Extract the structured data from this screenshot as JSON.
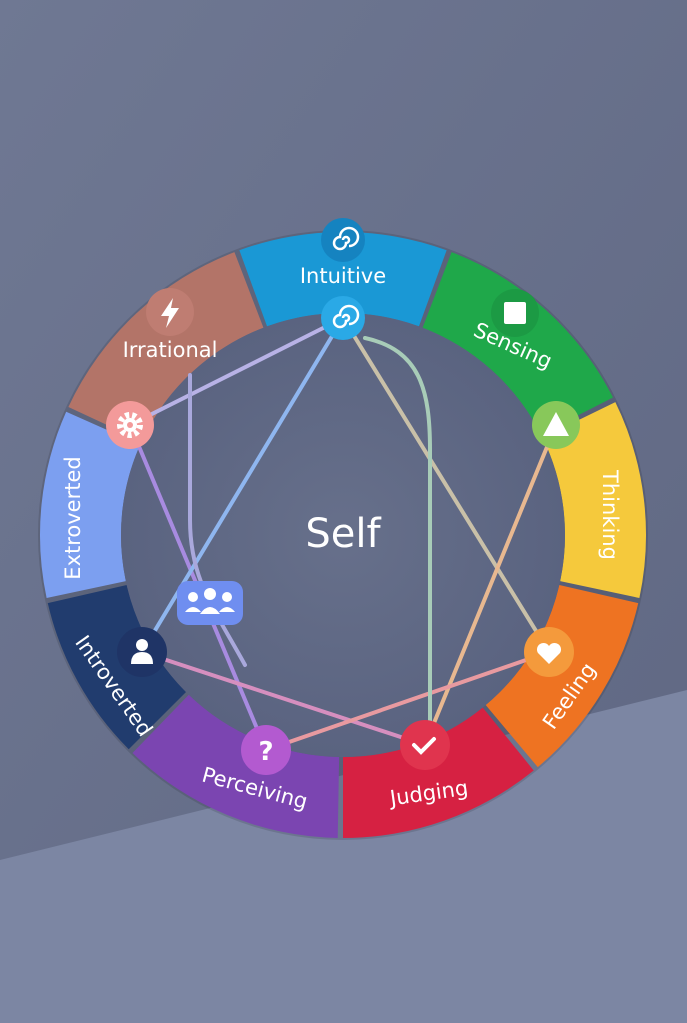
{
  "diagram": {
    "center_label": "Self",
    "segments": [
      {
        "id": "intuitive",
        "label": "Intuitive",
        "color": "#1a98d5",
        "icon": "spiral-icon"
      },
      {
        "id": "sensing",
        "label": "Sensing",
        "color": "#1fa84a",
        "icon": "square-icon"
      },
      {
        "id": "thinking",
        "label": "Thinking",
        "color": "#f5c93c",
        "icon": "triangle-icon"
      },
      {
        "id": "feeling",
        "label": "Feeling",
        "color": "#ee7322",
        "icon": "heart-icon"
      },
      {
        "id": "judging",
        "label": "Judging",
        "color": "#d62142",
        "icon": "check-icon"
      },
      {
        "id": "perceiving",
        "label": "Perceiving",
        "color": "#7b45b1",
        "icon": "question-icon"
      },
      {
        "id": "introverted",
        "label": "Introverted",
        "color": "#213c6e",
        "icon": "person-icon"
      },
      {
        "id": "extroverted",
        "label": "Extroverted",
        "color": "#7c9ff0",
        "icon": "group-icon"
      },
      {
        "id": "irrational",
        "label": "Irrational",
        "color": "#b37468",
        "icon": "lightning-icon"
      }
    ],
    "node_colors": {
      "intuitive": "#2aa9e6",
      "sensing": "#1c9a44",
      "triangle": "#88c85a",
      "gear": "#f39a9a",
      "person": "#1f3466",
      "heart": "#f49a3c",
      "question": "#b35ad0",
      "check": "#e0344e",
      "group": "#6f8ef0",
      "lightning": "#bf7d72"
    }
  }
}
